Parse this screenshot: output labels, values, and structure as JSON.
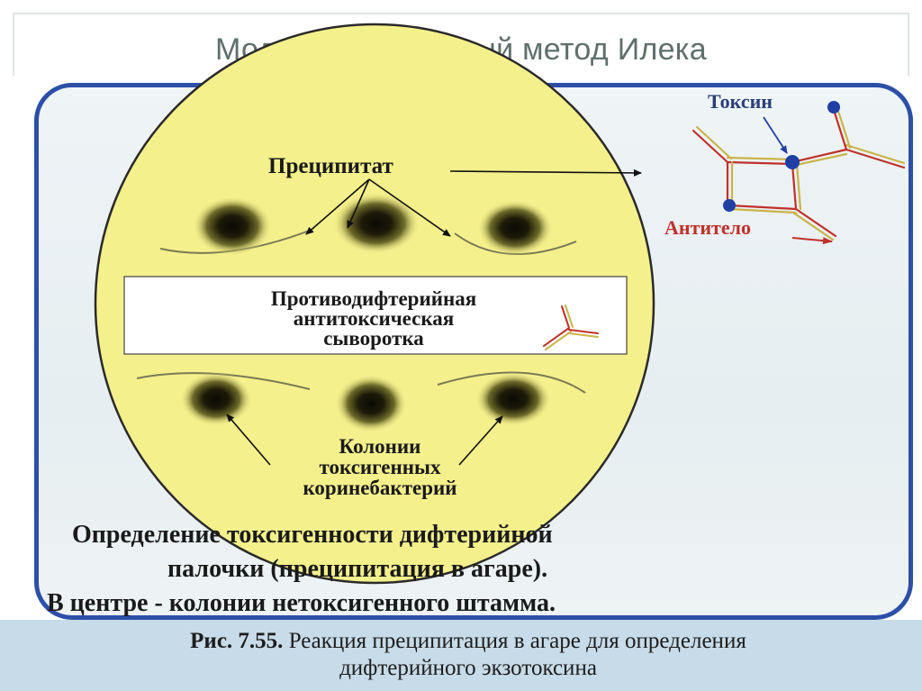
{
  "slide": {
    "title": "Модифицированный метод Илека"
  },
  "diagram": {
    "precipitate_label": "Преципитат",
    "serum_lines": [
      "Противодифтерийная",
      "антитоксическая",
      "сыворотка"
    ],
    "colonies_lines": [
      "Колонии",
      "токсигенных",
      "коринебактерий"
    ],
    "toxin_label": "Токсин",
    "antibody_label": "Антитело",
    "conclusion_lines": [
      "Определение токсигенности дифтерийной",
      "палочки (преципитация в агаре).",
      "В центре - колонии нетоксигенного штамма."
    ]
  },
  "caption": {
    "figure_number": "Рис. 7.55.",
    "text_line1": "Реакция преципитация в агаре для определения",
    "text_line2": "дифтерийного экзотоксина"
  },
  "colors": {
    "border_blue": "#2c4fa8",
    "agar_yellow": "#f4f08c",
    "antibody_red": "#c0312b",
    "toxin_blue": "#1f3fa6"
  }
}
